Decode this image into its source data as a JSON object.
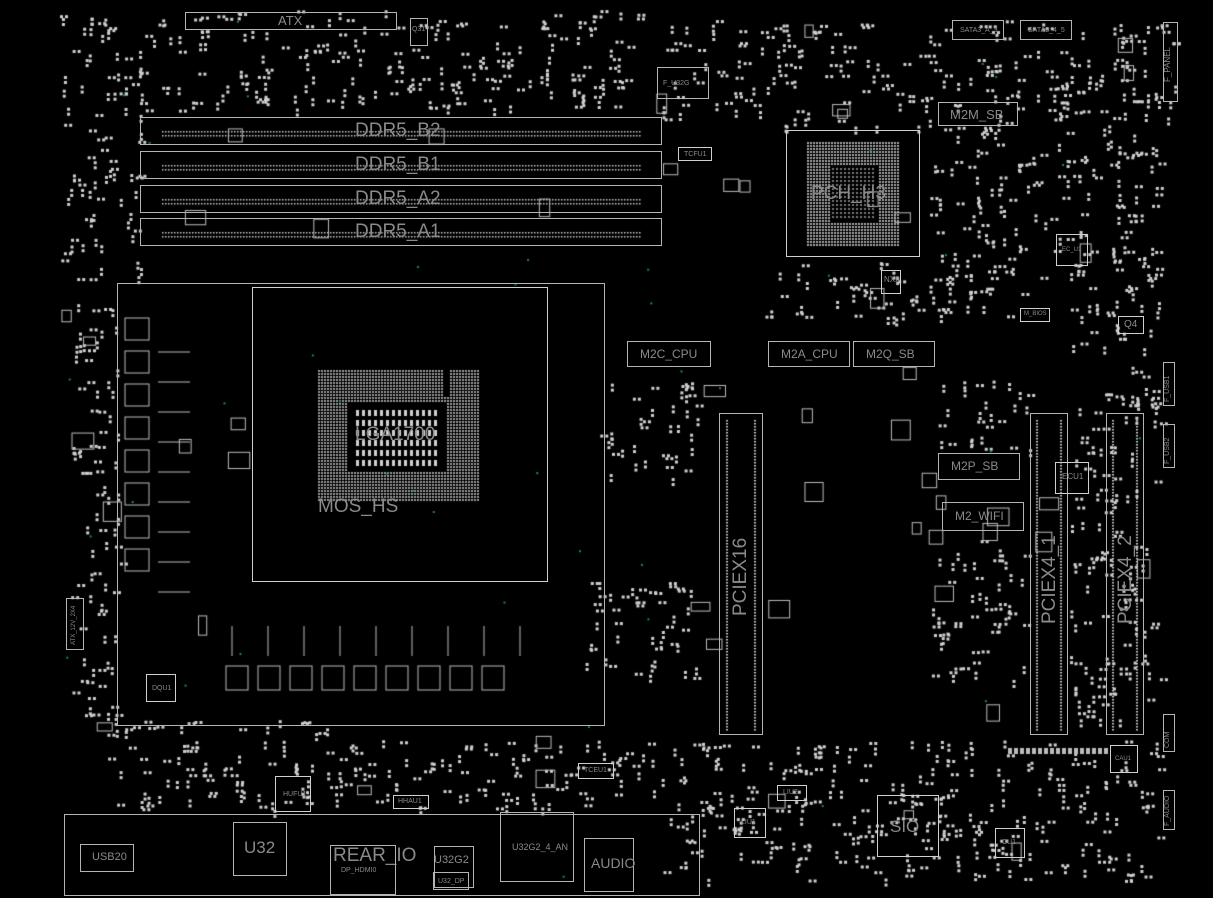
{
  "connectors": {
    "atx": "ATX",
    "f_u32g": "F_U32G",
    "atx_12v": "ATX_12V_2X4",
    "sata_a": "SATA3_A_3",
    "sata_b": "SATA3_4_5",
    "f_panel": "F_PANEL",
    "q31": "Q31"
  },
  "memory": {
    "slots": [
      "DDR5_B2",
      "DDR5_B1",
      "DDR5_A2",
      "DDR5_A1"
    ]
  },
  "cpu": {
    "socket": "LGA1700",
    "heatsink": "MOS_HS"
  },
  "chipset": {
    "pch": "PCH_H3",
    "sio": "SIO",
    "nx2": "NX2",
    "ec_u1": "EC_U1",
    "q4": "Q4",
    "ecu1": "ECU1",
    "dqu1": "DQU1",
    "huau1": "HUFU1",
    "hhau1": "HHAU1",
    "tcfu1": "TCFU1",
    "tceu1": "TCEU1",
    "cau1": "CAU1",
    "liu1": "LIU1",
    "liu2": "LIU2",
    "cu1": "CU1"
  },
  "m2": {
    "m2m_sb": "M2M_SB",
    "m2c_cpu": "M2C_CPU",
    "m2a_cpu": "M2A_CPU",
    "m2q_sb": "M2Q_SB",
    "m2p_sb": "M2P_SB",
    "m2_wifi": "M2_WIFI"
  },
  "pcie": {
    "x16": "PCIEX16",
    "x4_1": "PCIEX4_1",
    "x4_2": "PCIEX4_2"
  },
  "rear_io": {
    "title": "REAR_IO",
    "usb20": "USB20",
    "u32": "U32",
    "u32g2": "U32G2",
    "u32g2_4_an": "U32G2_4_AN",
    "dp_hdmi": "DP_HDMI0",
    "u32_dp": "U32_DP",
    "audio": "AUDIO"
  },
  "side": {
    "com": "COM",
    "f_audio": "F_AUDIO",
    "f_usb1": "F_USB1",
    "f_usb2": "F_USB2",
    "m_bios": "M_BIOS"
  }
}
